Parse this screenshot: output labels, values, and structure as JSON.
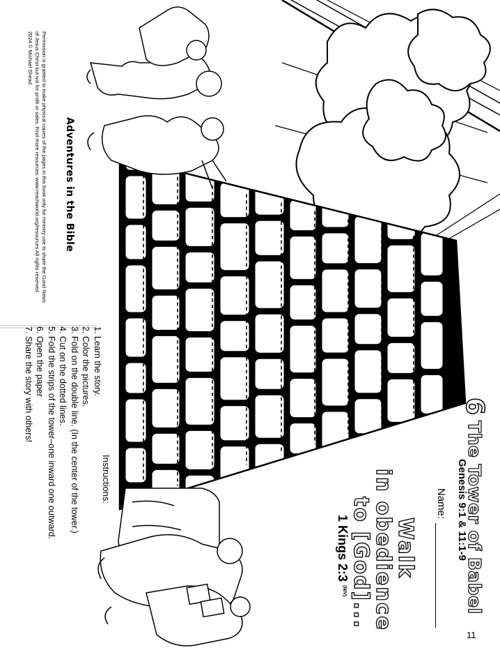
{
  "page": {
    "number": "6",
    "title": "The Tower of Babel",
    "scripture_ref": "Genesis 9:1 & 11:1-9",
    "name_label": "Name:",
    "verse_lines": [
      "Walk",
      "in obedience",
      "to [God]..."
    ],
    "verse_ref": "1 Kings 2:3",
    "verse_version": "(NIV)",
    "page_number": "11"
  },
  "instructions": {
    "label": "Instructions:",
    "steps": [
      "1. Learn the story.",
      "2. Color the pictures.",
      "3. Fold on the double line. (In the center of the tower.)",
      "4. Cut on the dotted lines.",
      "5. Fold the strips of the tower–one inward one outward.",
      "6. Open the paper",
      "7. Share the story with others!"
    ]
  },
  "credit": {
    "title": "Adventures in the Bible",
    "text": "Permission is granted to make physical copies of the pages in this book only for ministry use to share the Good News of Jesus Christ but not for profit or sales. Find more resources: www.reachworld.org/resources All rights reserved 2024 © Michael Shead."
  },
  "art": {
    "clouds": "clouds-light-rays",
    "tower": "brick-tower",
    "people_top": "people-pointing-group",
    "people_bottom": "people-carrying-bricks"
  }
}
